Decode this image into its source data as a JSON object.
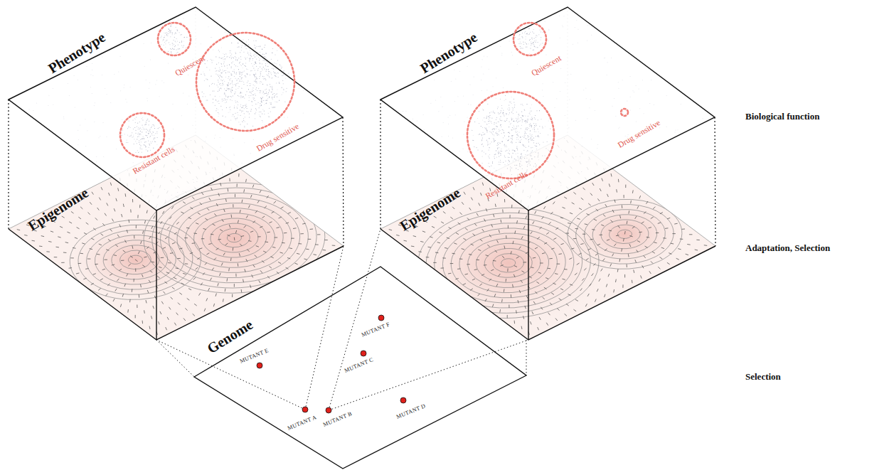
{
  "diagram": {
    "nodes": [
      {
        "text": [
          "Phenotype"
        ]
      },
      {
        "text": [
          "Quiescent"
        ],
        "in": 0
      },
      {
        "text": [
          "Resistant cells"
        ],
        "in": 0
      },
      {
        "text": [
          "Drug sensitive"
        ],
        "in": 0
      },
      {
        "text": [
          "Epigenome"
        ]
      },
      {
        "text": [
          "Phenotype"
        ]
      },
      {
        "text": [
          "Quiescent"
        ],
        "in": 5
      },
      {
        "text": [
          "Resistant cells"
        ],
        "in": 5
      },
      {
        "text": [
          "Drug sensitive"
        ],
        "in": 5
      },
      {
        "text": [
          "Epigenome"
        ]
      },
      {
        "text": [
          "Genome"
        ]
      },
      {
        "text": [
          "MUTANT F"
        ],
        "in": 10
      },
      {
        "text": [
          "MUTANT E"
        ],
        "in": 10
      },
      {
        "text": [
          "MUTANT C"
        ],
        "in": 10
      },
      {
        "text": [
          "MUTANT D"
        ],
        "in": 10
      },
      {
        "text": [
          "MUTANT A"
        ],
        "in": 10
      },
      {
        "text": [
          "MUTANT B"
        ],
        "in": 10
      }
    ],
    "edges": [
      {
        "from": 15,
        "to": 4,
        "arrow": "none"
      },
      {
        "from": 16,
        "to": 9,
        "arrow": "none"
      }
    ],
    "labels": [
      "Biological function",
      "Adaptation, Selection",
      "Selection"
    ]
  }
}
